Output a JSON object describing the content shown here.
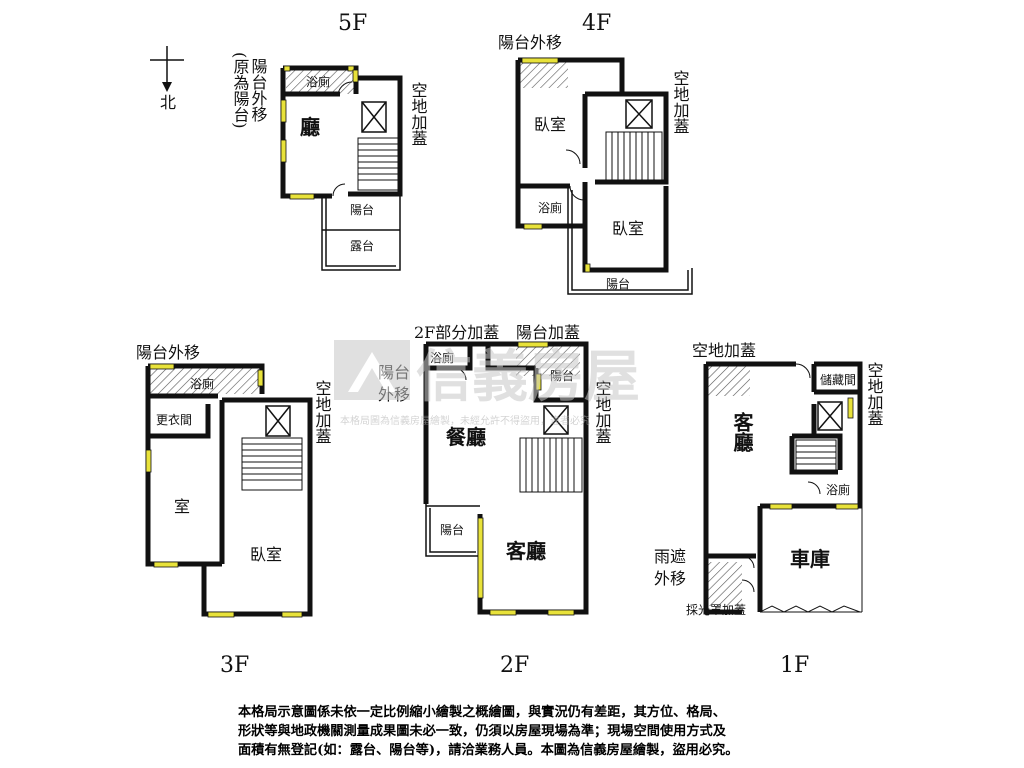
{
  "floors": {
    "f5": {
      "name": "5F",
      "rooms": {
        "hall": "廳",
        "bath": "浴廁",
        "balcony": "陽台",
        "terrace": "露台"
      },
      "notes": {
        "balcony_moved": "陽台外移",
        "originally_balcony": "(原為陽台)",
        "vacant_addon": "空地加蓋"
      },
      "compass": "北"
    },
    "f4": {
      "name": "4F",
      "rooms": {
        "bedroom1": "臥室",
        "bath": "浴廁",
        "bedroom2": "臥室",
        "balcony": "陽台"
      },
      "notes": {
        "balcony_moved": "陽台外移",
        "vacant_addon": "空地加蓋"
      }
    },
    "f3": {
      "name": "3F",
      "rooms": {
        "bath": "浴廁",
        "closet": "更衣間",
        "room": "室",
        "bedroom": "臥室"
      },
      "notes": {
        "balcony_moved": "陽台外移",
        "vacant_addon": "空地加蓋"
      }
    },
    "f2": {
      "name": "2F",
      "rooms": {
        "bath": "浴廁",
        "balcony_room": "陽台",
        "dining": "餐廳",
        "balcony": "陽台",
        "living": "客廳"
      },
      "notes": {
        "partial_addon": "2F部分加蓋",
        "balcony_addon": "陽台加蓋",
        "balcony_moved_a": "陽台",
        "balcony_moved_b": "外移",
        "vacant_addon": "空地加蓋"
      }
    },
    "f1": {
      "name": "1F",
      "rooms": {
        "storage": "儲藏間",
        "living": "客廳",
        "bath": "浴廁",
        "garage": "車庫"
      },
      "notes": {
        "vacant_addon_top": "空地加蓋",
        "vacant_addon_side": "空地加蓋",
        "canopy_moved_a": "雨遮",
        "canopy_moved_b": "外移",
        "skylight_addon": "採光罩加蓋"
      }
    }
  },
  "watermark": {
    "brand": "信義房屋",
    "subtitle": "本格局圖為信義房屋繪製，未經允許不得盜用，違者必究"
  },
  "disclaimer": {
    "line1": "本格局示意圖係未依一定比例縮小繪製之概繪圖，與實況仍有差距，其方位、格局、",
    "line2": "形狀等與地政機關測量成果圖未必一致，仍須以房屋現場為準；現場空間使用方式及",
    "line3": "面積有無登記(如：露台、陽台等)，請洽業務人員。本圖為信義房屋繪製，盜用必究。"
  },
  "colors": {
    "wall": "#111111",
    "window": "#e8e23a",
    "hatch": "#555555",
    "watermark": "#d9d9d9"
  }
}
